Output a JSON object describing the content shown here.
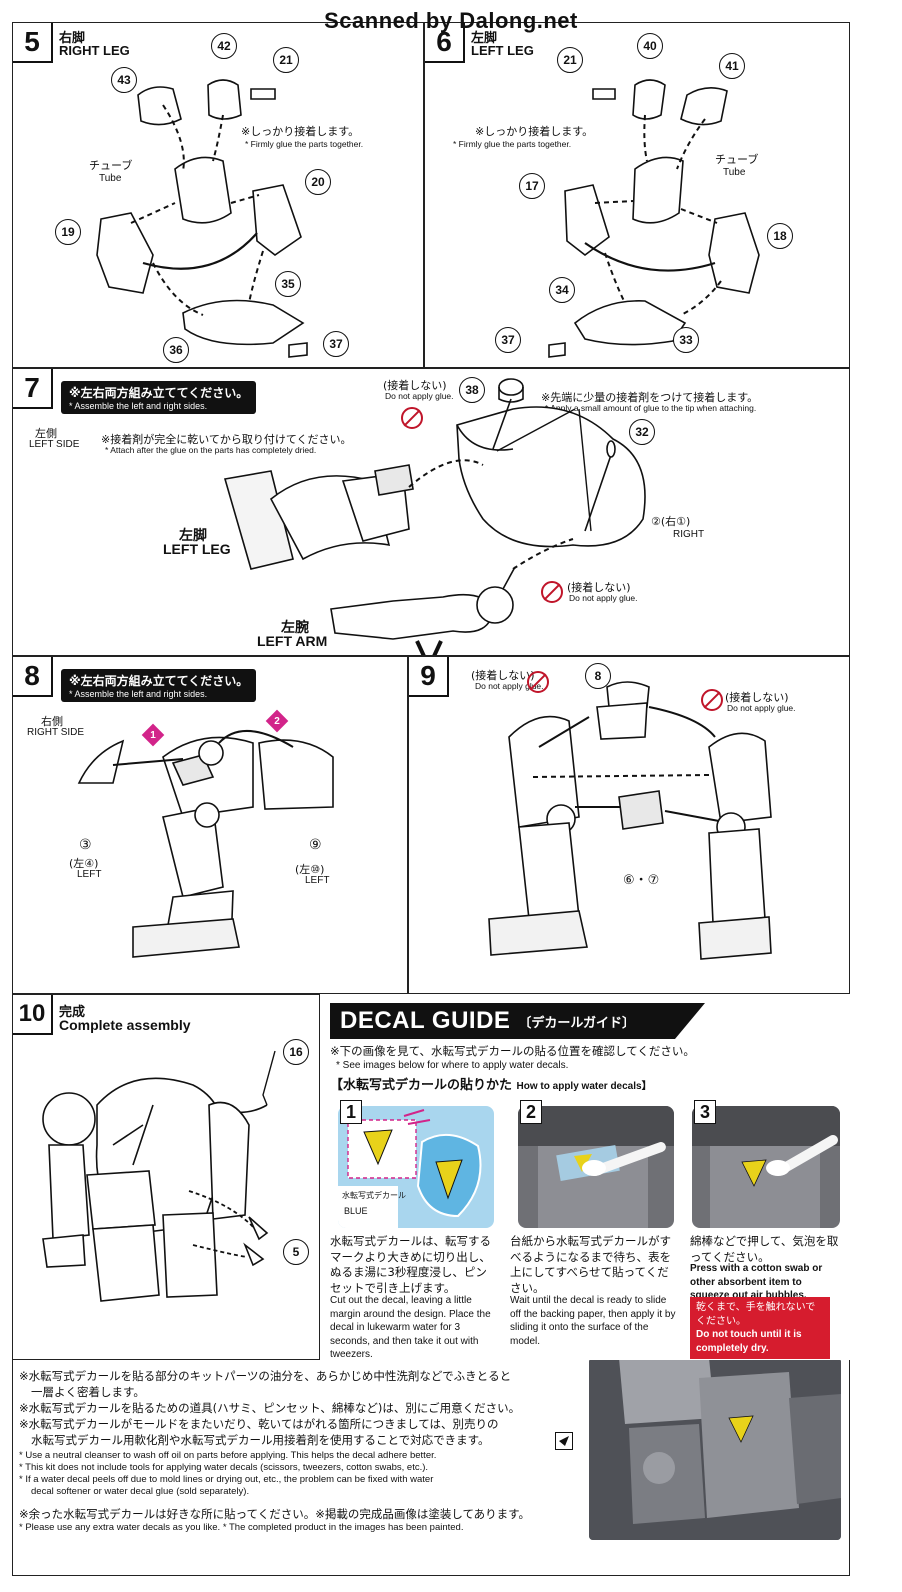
{
  "watermark": "Scanned by Dalong.net",
  "step5": {
    "num": "5",
    "title_jp": "右脚",
    "title_en": "RIGHT LEG",
    "note_jp": "※しっかり接着します。",
    "note_en": "* Firmly glue the parts together.",
    "tube_jp": "チューブ",
    "tube_en": "Tube",
    "parts": [
      "42",
      "21",
      "43",
      "20",
      "19",
      "35",
      "36",
      "37"
    ]
  },
  "step6": {
    "num": "6",
    "title_jp": "左脚",
    "title_en": "LEFT LEG",
    "note_jp": "※しっかり接着します。",
    "note_en": "* Firmly glue the parts together.",
    "tube_jp": "チューブ",
    "tube_en": "Tube",
    "parts": [
      "21",
      "40",
      "41",
      "17",
      "18",
      "34",
      "37",
      "33"
    ]
  },
  "step7": {
    "num": "7",
    "banner_jp": "※左右両方組み立ててください。",
    "banner_en": "* Assemble the left and right sides.",
    "side_jp": "左側",
    "side_en": "LEFT SIDE",
    "note1_jp": "※接着剤が完全に乾いてから取り付けてください。",
    "note1_en": "* Attach after the glue on the parts has completely dried.",
    "noglue_jp": "(接着しない)",
    "noglue_en": "Do not apply glue.",
    "note2_jp": "※先端に少量の接着剤をつけて接着します。",
    "note2_en": "* Apply a small amount of glue to the tip when attaching.",
    "leg_jp": "左脚",
    "leg_en": "LEFT LEG",
    "arm_jp": "左腕",
    "arm_en": "LEFT ARM",
    "part_38": "38",
    "part_32": "32",
    "part_2_label": "②(右①)",
    "right_en": "RIGHT",
    "noglue2_jp": "(接着しない)",
    "noglue2_en": "Do not apply glue."
  },
  "step8": {
    "num": "8",
    "banner_jp": "※左右両方組み立ててください。",
    "banner_en": "* Assemble the left and right sides.",
    "side_jp": "右側",
    "side_en": "RIGHT SIDE",
    "d1": "1",
    "d2": "2",
    "part_3": "③",
    "part_3_alt": "(左④)",
    "left_en": "LEFT",
    "part_9": "⑨",
    "part_9_alt": "(左⑩)",
    "left_en2": "LEFT"
  },
  "step9": {
    "num": "9",
    "noglue_jp": "(接着しない)",
    "noglue_en": "Do not apply glue.",
    "noglue2_jp": "(接着しない)",
    "noglue2_en": "Do not apply glue.",
    "part_8": "8",
    "part_67": "⑥・⑦"
  },
  "step10": {
    "num": "10",
    "title_jp": "完成",
    "title_en": "Complete assembly",
    "part_16": "16",
    "part_5": "5"
  },
  "decal": {
    "title_en": "DECAL GUIDE",
    "title_jp": "〔デカールガイド〕",
    "intro_jp": "※下の画像を見て、水転写式デカールの貼る位置を確認してください。",
    "intro_en": "* See images below for where to apply water decals.",
    "howto_jp": "【水転写式デカールの貼りかた",
    "howto_en": "How to apply water decals】",
    "photo1_label": "水転写式デカール",
    "photo1_blue": "BLUE",
    "step1": {
      "n": "1",
      "jp": "水転写式デカールは、転写するマークより大きめに切り出し、ぬるま湯に3秒程度浸し、ピンセットで引き上げます。",
      "en": "Cut out the decal, leaving a little margin around the design. Place the decal in lukewarm water for 3 seconds, and then take it out with tweezers."
    },
    "step2": {
      "n": "2",
      "jp": "台紙から水転写式デカールがすべるようになるまで待ち、表を上にしてすべらせて貼ってください。",
      "en": "Wait until the decal is ready to slide off the backing paper, then apply it by sliding it onto the surface of the model."
    },
    "step3": {
      "n": "3",
      "jp": "綿棒などで押して、気泡を取ってください。",
      "en": "Press with a cotton swab or other absorbent item to squeeze out air bubbles.",
      "warn_jp": "乾くまで、手を触れないでください。",
      "warn_en": "Do not touch until it is completely dry."
    }
  },
  "bottom": {
    "l1": "※水転写式デカールを貼る部分のキットパーツの油分を、あらかじめ中性洗剤などでふきとると",
    "l2": "一層よく密着します。",
    "l3": "※水転写式デカールを貼るための道具(ハサミ、ピンセット、綿棒など)は、別にご用意ください。",
    "l4": "※水転写式デカールがモールドをまたいだり、乾いてはがれる箇所につきましては、別売りの",
    "l5": "水転写式デカール用軟化剤や水転写式デカール用接着剤を使用することで対応できます。",
    "e1": "* Use a neutral cleanser to wash off oil on parts before applying. This helps the decal adhere better.",
    "e2": "* This kit does not include tools for applying water decals (scissors, tweezers, cotton swabs, etc.).",
    "e3": "* If a water decal peels off due to mold lines or drying out, etc., the problem can be fixed with water",
    "e4": "decal softener or water decal glue (sold separately).",
    "l6": "※余った水転写式デカールは好きな所に貼ってください。※掲載の完成品画像は塗装してあります。",
    "e5": "* Please use any extra water decals as you like. * The completed product in the images has been painted."
  },
  "colors": {
    "accent_red": "#d61c2e",
    "diamond_pink": "#d2248a",
    "decal_yellow": "#e8d21a",
    "photo_blue": "#a9d6ee"
  }
}
